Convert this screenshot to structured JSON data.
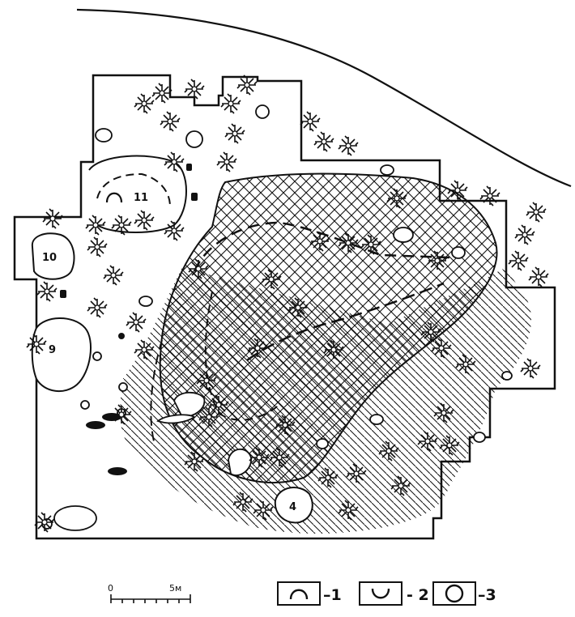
{
  "plan": {
    "features": [
      {
        "id": "feature-11",
        "label": "11"
      },
      {
        "id": "feature-10",
        "label": "10"
      },
      {
        "id": "feature-9",
        "label": "9"
      },
      {
        "id": "feature-4",
        "label": "4"
      }
    ]
  },
  "scale": {
    "start": "0",
    "end": "5м"
  },
  "legend": [
    {
      "symbol": "arch-up",
      "label": "–1"
    },
    {
      "symbol": "arch-down",
      "label": "- 2"
    },
    {
      "symbol": "circle",
      "label": "–3"
    }
  ]
}
